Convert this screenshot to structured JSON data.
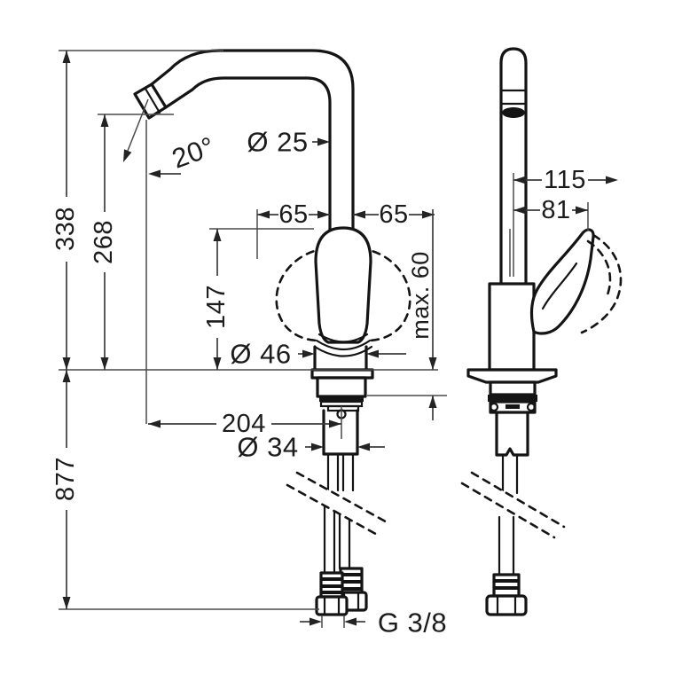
{
  "drawing": {
    "title": "kitchen-mixer-tap-dimensional-drawing",
    "background": "#ffffff",
    "line_color": "#141414",
    "dimension_color": "#3c3c3c",
    "dimensions": {
      "total_height": "338",
      "spout_outlet_height": "268",
      "spout_angle": "20°",
      "spout_pipe_diameter": "Ø 25",
      "handle_swivel_left": "65",
      "handle_swivel_right": "65",
      "handle_height": "147",
      "max_counter_thickness": "max. 60",
      "body_diameter": "Ø 46",
      "spout_reach": "204",
      "shank_diameter": "Ø 34",
      "hose_length": "877",
      "side_reach_total": "115",
      "side_reach_handle": "81",
      "connection_thread": "G 3/8"
    }
  }
}
